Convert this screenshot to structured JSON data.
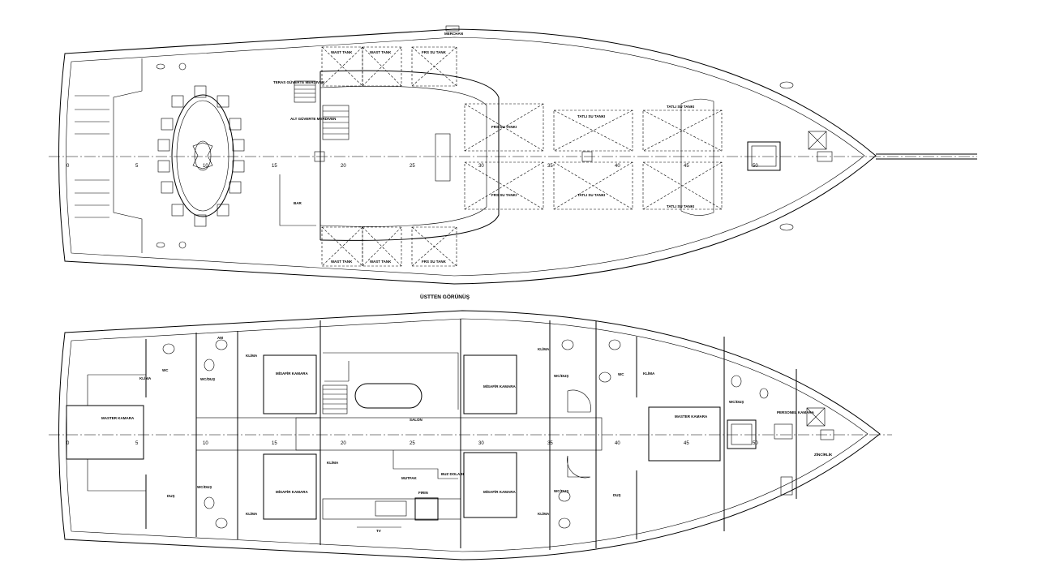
{
  "top_view": {
    "title": "ÜSTTEN GÖRÜNÜŞ",
    "bow_label": "MERCHAN",
    "stairs_up": "TERAS GÜVERTE MERDIVEN",
    "stairs_down": "ALT GÜVERTE MERDIVEN",
    "bar_label": "BAR",
    "tanks": {
      "waste_tank": "WAST TANK",
      "fresh_water_tank": "FRS SU TANK",
      "water_tank": "TATLI SU TANKI",
      "fresh_water_large": "FRS SU TANKI"
    },
    "frame_numbers": [
      "0",
      "5",
      "10",
      "15",
      "20",
      "25",
      "30",
      "35",
      "40",
      "45",
      "50"
    ]
  },
  "bottom_view": {
    "master_cabin_aft": "MASTER KAMARA",
    "master_cabin_fwd": "MASTER KAMARA",
    "guest_cabin": "MİSAFİR KAMARA",
    "salon": "SALON",
    "kitchen": "MUTFAK",
    "fridge": "FIRIN",
    "fridge_cabinet": "BUZ DOLABI",
    "tv": "TV",
    "wc_shower": "WC/DUŞ",
    "wc": "WC",
    "shower": "DUŞ",
    "klima": "KLİMA",
    "personnel_cabin": "PERSONEL KAMARA",
    "chain_locker": "ZİNCİRLİK",
    "sink_label": "AM",
    "frame_numbers": [
      "0",
      "5",
      "10",
      "15",
      "20",
      "25",
      "30",
      "35",
      "40",
      "45",
      "50"
    ]
  }
}
